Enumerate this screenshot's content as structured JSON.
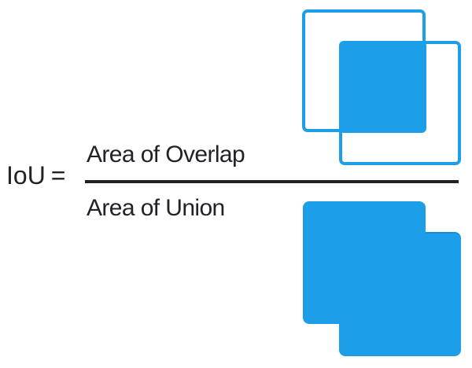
{
  "formula": {
    "lhs": "IoU",
    "equals": "=",
    "numerator": "Area of Overlap",
    "denominator": "Area of Union"
  },
  "colors": {
    "accent_blue": "#1C9FE8",
    "text_ink": "#232128"
  },
  "diagrams": {
    "overlap": "two-outlined-boxes-with-filled-intersection",
    "union": "two-filled-boxes-merged"
  }
}
